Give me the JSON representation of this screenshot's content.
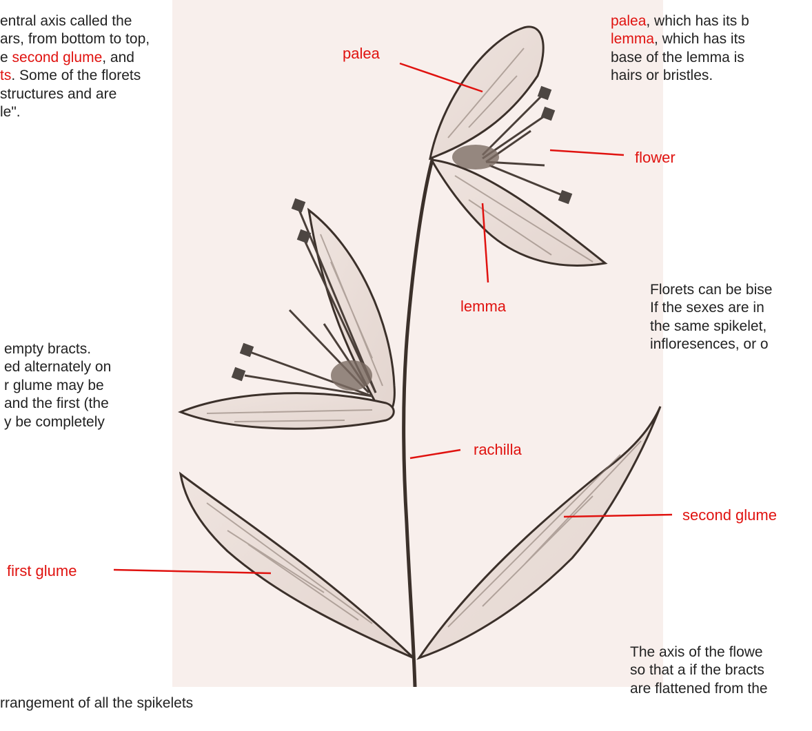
{
  "colors": {
    "label": "#e0120f",
    "text": "#222222",
    "panel": "#f8efec",
    "ink": "#3b302a",
    "petal_fill": "#ece0da"
  },
  "paragraphs": {
    "top_left": {
      "line1": "entral axis called the",
      "line2": "ars, from bottom to top,",
      "line3_a": "e ",
      "line3_hl": "second glume",
      "line3_b": ", and",
      "line4_hl": "ts",
      "line4_b": ". Some of the florets",
      "line5": "structures and are",
      "line6": "le\"."
    },
    "top_right": {
      "line1_hl": "palea",
      "line1_b": ", which has its b",
      "line2_hl": "lemma",
      "line2_b": ", which has its",
      "line3": "base of the lemma is",
      "line4": "hairs or bristles."
    },
    "mid_left": {
      "line1": "empty bracts.",
      "line2": "ed alternately on",
      "line3": "r glume may be",
      "line4": "and the first (the",
      "line5": "y be completely"
    },
    "mid_right": {
      "line1": "Florets can be bise",
      "line2": "If the sexes are in",
      "line3": "the same spikelet,",
      "line4": "infloresences, or o"
    },
    "bottom_right": {
      "line1": "The axis of the flowe",
      "line2": "so that a if the bracts",
      "line3": "are flattened from the"
    },
    "bottom_left": {
      "line1": "rrangement of all the spikelets"
    }
  },
  "labels": {
    "palea": "palea",
    "flower": "flower",
    "lemma": "lemma",
    "rachilla": "rachilla",
    "second_glume": "second glume",
    "first_glume": "first glume"
  }
}
